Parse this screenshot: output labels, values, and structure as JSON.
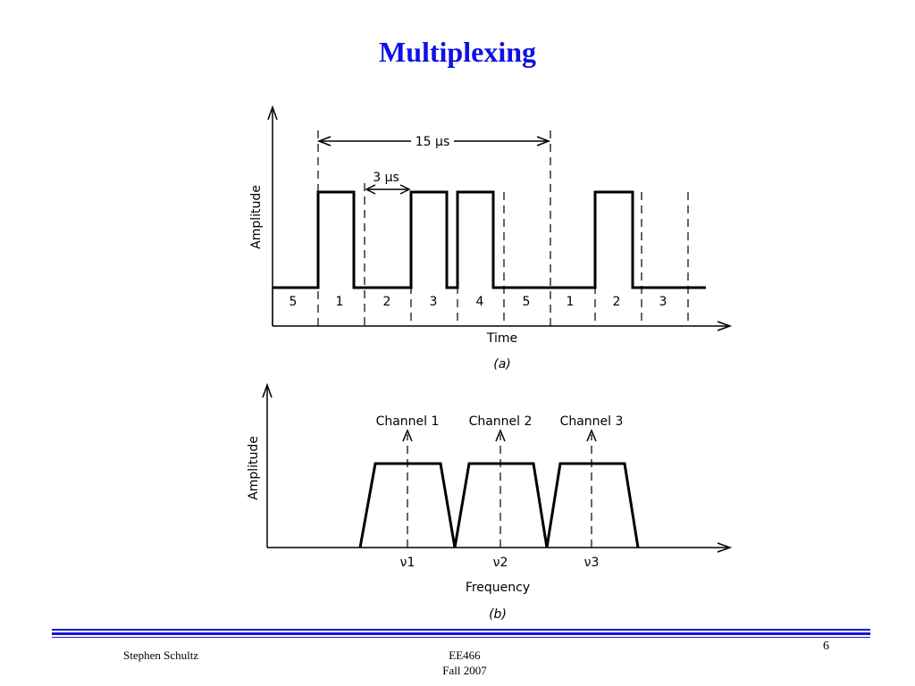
{
  "slide": {
    "title": "Multiplexing",
    "page_number": "6",
    "accent_color": "#1010e6"
  },
  "figure_a": {
    "y_axis_label": "Amplitude",
    "x_axis_label": "Time",
    "caption": "(a)",
    "period_label": "15 μs",
    "slot_label": "3 μs",
    "slot_numbers": [
      "5",
      "1",
      "2",
      "3",
      "4",
      "5",
      "1",
      "2",
      "3"
    ]
  },
  "figure_b": {
    "y_axis_label": "Amplitude",
    "x_axis_label": "Frequency",
    "caption": "(b)",
    "channel_labels": [
      "Channel 1",
      "Channel 2",
      "Channel 3"
    ],
    "carrier_labels": [
      "ν1",
      "ν2",
      "ν3"
    ]
  },
  "footer": {
    "author": "Stephen Schultz",
    "course": "EE466",
    "term": "Fall 2007"
  }
}
